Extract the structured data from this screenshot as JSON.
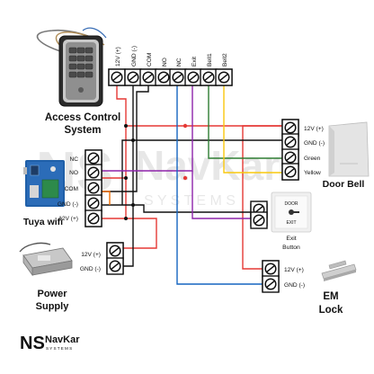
{
  "controller": {
    "label_line1": "Access Control",
    "label_line2": "System",
    "terminals": [
      "12V (+)",
      "GND (-)",
      "COM",
      "NO",
      "NC",
      "Exit",
      "Bell1",
      "Bell2"
    ]
  },
  "tuya": {
    "label": "Tuya wifi",
    "terminals": [
      "NC",
      "NO",
      "COM",
      "GND (-)",
      "12V (+)"
    ]
  },
  "door_bell": {
    "label": "Door Bell",
    "terminals": [
      "12V (+)",
      "GND (-)",
      "Green",
      "Yellow"
    ]
  },
  "exit_button": {
    "label_line1": "Exit",
    "label_line2": "Button",
    "plate_line1": "DOOR",
    "plate_line2": "EXIT"
  },
  "power_supply": {
    "label_line1": "Power",
    "label_line2": "Supply",
    "terminals": [
      "12V (+)",
      "GND (-)"
    ]
  },
  "em_lock": {
    "label_line1": "EM",
    "label_line2": "Lock",
    "terminals": [
      "12V (+)",
      "GND (-)"
    ]
  },
  "brand": {
    "mark": "NS",
    "name": "NavKar",
    "tagline": "SYSTEMS",
    "watermark_name": "NavKar",
    "watermark_tagline": "S Y S T E M S"
  },
  "wire_colors": {
    "power": "#e53935",
    "ground": "#111111",
    "exit": "#8e24aa",
    "lock": "#1565c0",
    "bell1": "#2e7d32",
    "bell2": "#f9c80e",
    "relay": "#ef6c00"
  }
}
